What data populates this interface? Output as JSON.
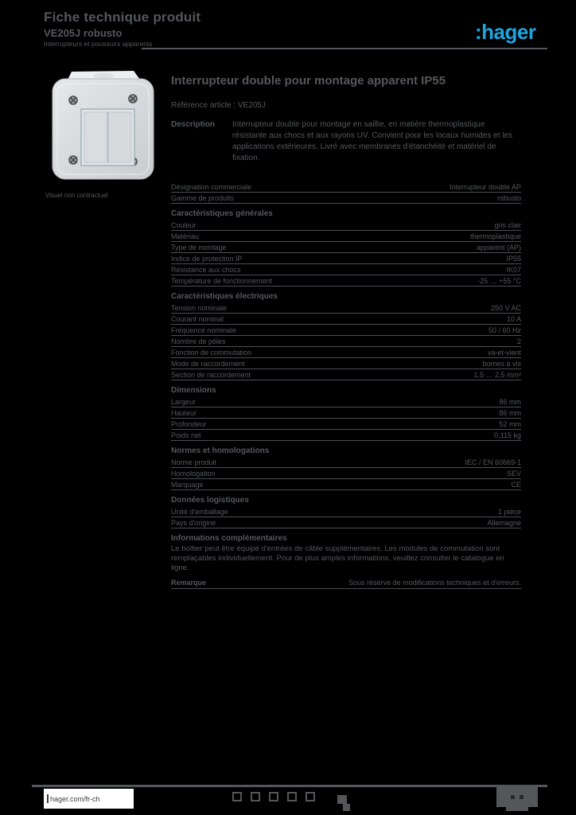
{
  "page": {
    "background": "#000000",
    "ink": "#54575A",
    "accent_blue": "#1FA5DE"
  },
  "header": {
    "line1": "Fiche technique produit",
    "line2": "VE205J robusto",
    "line3": "Interrupteurs et poussoirs apparents",
    "logo_text": ":hager"
  },
  "product": {
    "image_caption": "Visuel non contractuel",
    "title": "Interrupteur double pour montage apparent IP55",
    "subtitle": "Référence article : VE205J",
    "description_label": "Description",
    "description_text": "Interrupteur double pour montage en saillie, en matière thermoplastique résistante aux chocs et aux rayons UV. Convient pour les locaux humides et les applications extérieures. Livré avec membranes d'étanchéité et matériel de fixation."
  },
  "specs": {
    "groups": [
      {
        "heading": null,
        "rows": [
          {
            "label": "Désignation commerciale",
            "value": "Interrupteur double AP"
          },
          {
            "label": "Gamme de produits",
            "value": "robusto"
          }
        ]
      },
      {
        "heading": "Caractéristiques générales",
        "rows": [
          {
            "label": "Couleur",
            "value": "gris clair"
          },
          {
            "label": "Matériau",
            "value": "thermoplastique"
          },
          {
            "label": "Type de montage",
            "value": "apparent (AP)"
          },
          {
            "label": "Indice de protection IP",
            "value": "IP55"
          },
          {
            "label": "Résistance aux chocs",
            "value": "IK07"
          },
          {
            "label": "Température de fonctionnement",
            "value": "-25 … +55 °C"
          }
        ]
      },
      {
        "heading": "Caractéristiques électriques",
        "rows": [
          {
            "label": "Tension nominale",
            "value": "250 V AC"
          },
          {
            "label": "Courant nominal",
            "value": "10 A"
          },
          {
            "label": "Fréquence nominale",
            "value": "50 / 60 Hz"
          },
          {
            "label": "Nombre de pôles",
            "value": "2"
          },
          {
            "label": "Fonction de commutation",
            "value": "va-et-vient"
          },
          {
            "label": "Mode de raccordement",
            "value": "bornes à vis"
          },
          {
            "label": "Section de raccordement",
            "value": "1,5 … 2,5 mm²"
          }
        ]
      },
      {
        "heading": "Dimensions",
        "rows": [
          {
            "label": "Largeur",
            "value": "86 mm"
          },
          {
            "label": "Hauteur",
            "value": "86 mm"
          },
          {
            "label": "Profondeur",
            "value": "52 mm"
          },
          {
            "label": "Poids net",
            "value": "0,115 kg"
          }
        ]
      },
      {
        "heading": "Normes et homologations",
        "rows": [
          {
            "label": "Norme produit",
            "value": "IEC / EN 60669-1"
          },
          {
            "label": "Homologation",
            "value": "SEV"
          },
          {
            "label": "Marquage",
            "value": "CE"
          }
        ]
      },
      {
        "heading": "Données logistiques",
        "rows": [
          {
            "label": "Unité d'emballage",
            "value": "1 pièce"
          },
          {
            "label": "Pays d'origine",
            "value": "Allemagne"
          }
        ]
      }
    ],
    "info_heading": "Informations complémentaires",
    "info_text": "Le boîtier peut être équipé d'entrées de câble supplémentaires. Les modules de commutation sont remplaçables individuellement. Pour de plus amples informations, veuillez consulter le catalogue en ligne.",
    "note_label": "Remarque",
    "note_text": "Sous réserve de modifications techniques et d'erreurs."
  },
  "footer": {
    "website": "hager.com/fr-ch",
    "social_icons": [
      "facebook",
      "twitter",
      "linkedin",
      "youtube",
      "instagram"
    ],
    "page_badge_dots": 2
  }
}
